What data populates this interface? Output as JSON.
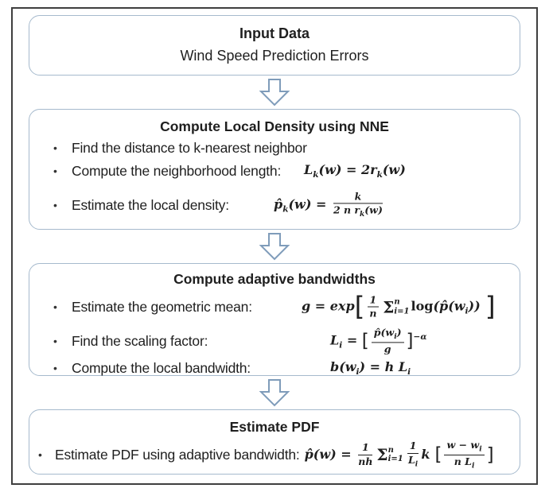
{
  "meta": {
    "bg": "#ffffff",
    "frame_border_color": "#3f3f3f",
    "box_border_color": "#a6bacd",
    "arrow_color": "#7f9cba",
    "text_color": "#1f1f1f",
    "bullet_char": "•",
    "arrow_icon": "block-arrow-down"
  },
  "boxes": [
    {
      "title": "Input Data",
      "subtitle": "Wind Speed Prediction Errors"
    },
    {
      "title": "Compute Local Density using NNE",
      "bullets": [
        {
          "label": "Find the distance to k-nearest neighbor"
        },
        {
          "label": "Compute the neighborhood length:"
        },
        {
          "label": "Estimate the local density:"
        }
      ]
    },
    {
      "title": "Compute adaptive bandwidths",
      "bullets": [
        {
          "label": "Estimate the geometric mean:"
        },
        {
          "label": "Find the scaling factor:"
        },
        {
          "label": "Compute the local bandwidth:"
        }
      ]
    },
    {
      "title": "Estimate PDF",
      "bullets": [
        {
          "label": "Estimate PDF using adaptive bandwidth:"
        }
      ]
    }
  ],
  "formulas": {
    "neighborhood_length": {
      "a": "L",
      "a_sub": "k",
      "b": "(w) = 2r",
      "b_sub": "k",
      "c": "(w)"
    },
    "local_density": {
      "a": "p̂",
      "a_sub": "k",
      "b": "(w) = ",
      "num": "k",
      "den_a": "2 n r",
      "den_sub": "k",
      "den_b": "(w)"
    },
    "geometric_mean": {
      "a": "g = exp",
      "lb": "[",
      "num": "1",
      "den": "n",
      "sum": "Σ",
      "sum_sup": "n",
      "sum_sub": "i=1",
      "fn": "log",
      "b": "(p̂(w",
      "b_sub": "i",
      "c": "))",
      "rb": "]"
    },
    "scaling_factor": {
      "a": "L",
      "a_sub": "i",
      "b": " = ",
      "lb": "[",
      "num_a": "p̂(w",
      "num_sub": "i",
      "num_b": ")",
      "den": "g",
      "rb": "]",
      "sup": "−α"
    },
    "local_bandwidth": {
      "a": "b(w",
      "a_sub": "i",
      "b": ") = h L",
      "b_sub": "i"
    },
    "pdf": {
      "a": "p̂(w) = ",
      "f1_num": "1",
      "f1_den": "nh",
      "sum": "Σ",
      "sum_sup": "n",
      "sum_sub": "i=1",
      "f2_num": "1",
      "f2_den": "L",
      "f2_den_sub": "i",
      "k": "k",
      "lb": "[",
      "f3_num_a": "w − w",
      "f3_num_sub": "i",
      "f3_den_a": "n L",
      "f3_den_sub": "i",
      "rb": "]"
    }
  }
}
